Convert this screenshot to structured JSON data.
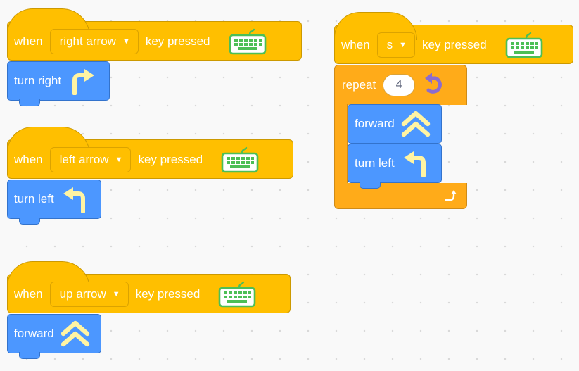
{
  "scripts": [
    {
      "hat": {
        "when": "when",
        "key": "right arrow",
        "pressed": "key pressed"
      },
      "block": {
        "label": "turn right",
        "icon": "turn-right-icon"
      }
    },
    {
      "hat": {
        "when": "when",
        "key": "left arrow",
        "pressed": "key pressed"
      },
      "block": {
        "label": "turn left",
        "icon": "turn-left-icon"
      }
    },
    {
      "hat": {
        "when": "when",
        "key": "up arrow",
        "pressed": "key pressed"
      },
      "block": {
        "label": "forward",
        "icon": "forward-icon"
      }
    },
    {
      "hat": {
        "when": "when",
        "key": "s",
        "pressed": "key pressed"
      },
      "repeat": {
        "label": "repeat",
        "count": "4"
      },
      "inner": [
        {
          "label": "forward",
          "icon": "forward-icon"
        },
        {
          "label": "turn left",
          "icon": "turn-left-icon"
        }
      ]
    }
  ],
  "colors": {
    "events": "#ffbf00",
    "motion": "#4c97ff",
    "control": "#ffab19",
    "keyboard": "#4cbf56"
  }
}
